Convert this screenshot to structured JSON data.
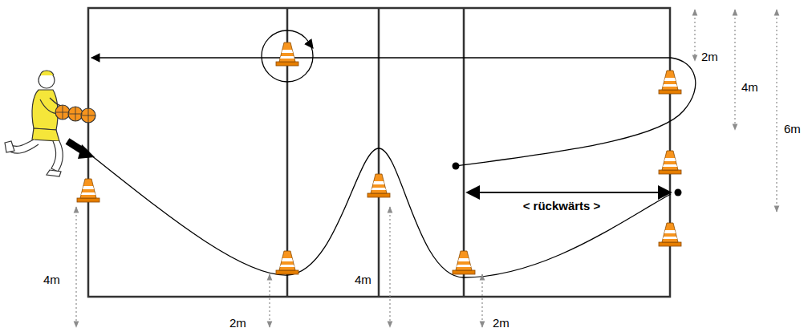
{
  "diagram": {
    "labels": [
      "2m",
      "4m",
      "6m",
      "< rückwärts >",
      "4m",
      "2m",
      "4m",
      "2m"
    ]
  }
}
